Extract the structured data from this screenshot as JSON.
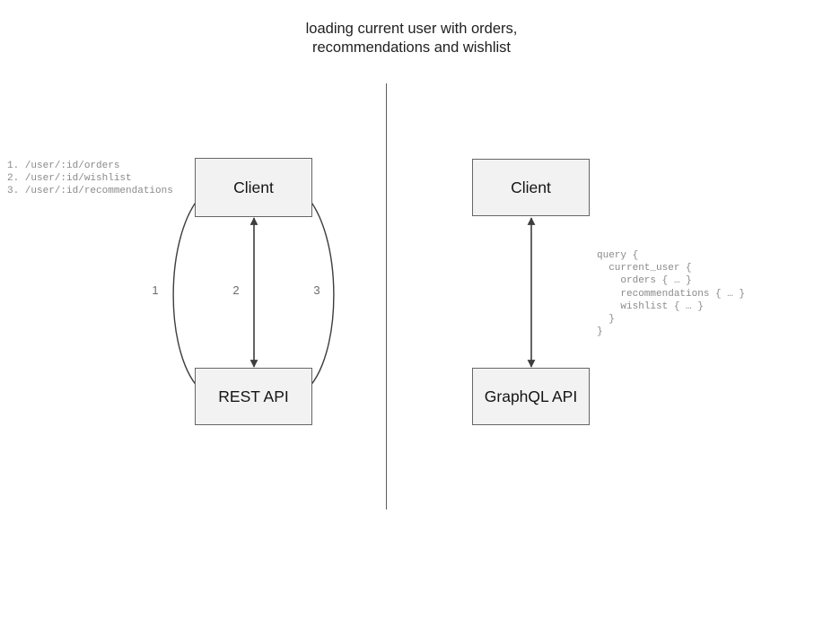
{
  "title": "loading current user with orders,\nrecommendations and wishlist",
  "divider": {
    "name": "vertical-divider",
    "color": "#5c5c5c"
  },
  "rest_side": {
    "client_label": "Client",
    "api_label": "REST API",
    "endpoints": "1. /user/:id/orders\n2. /user/:id/wishlist\n3. /user/:id/recommendations",
    "edge_labels": [
      "1",
      "2",
      "3"
    ]
  },
  "graphql_side": {
    "client_label": "Client",
    "api_label": "GraphQL API",
    "query": "query {\n  current_user {\n    orders { … }\n    recommendations { … }\n    wishlist { … }\n  }\n}"
  },
  "colors": {
    "box_fill": "#f2f2f2",
    "box_border": "#666666",
    "arrow": "#3d3d3d",
    "code_text": "#8a8a8a",
    "title_text": "#1f1f1f"
  }
}
